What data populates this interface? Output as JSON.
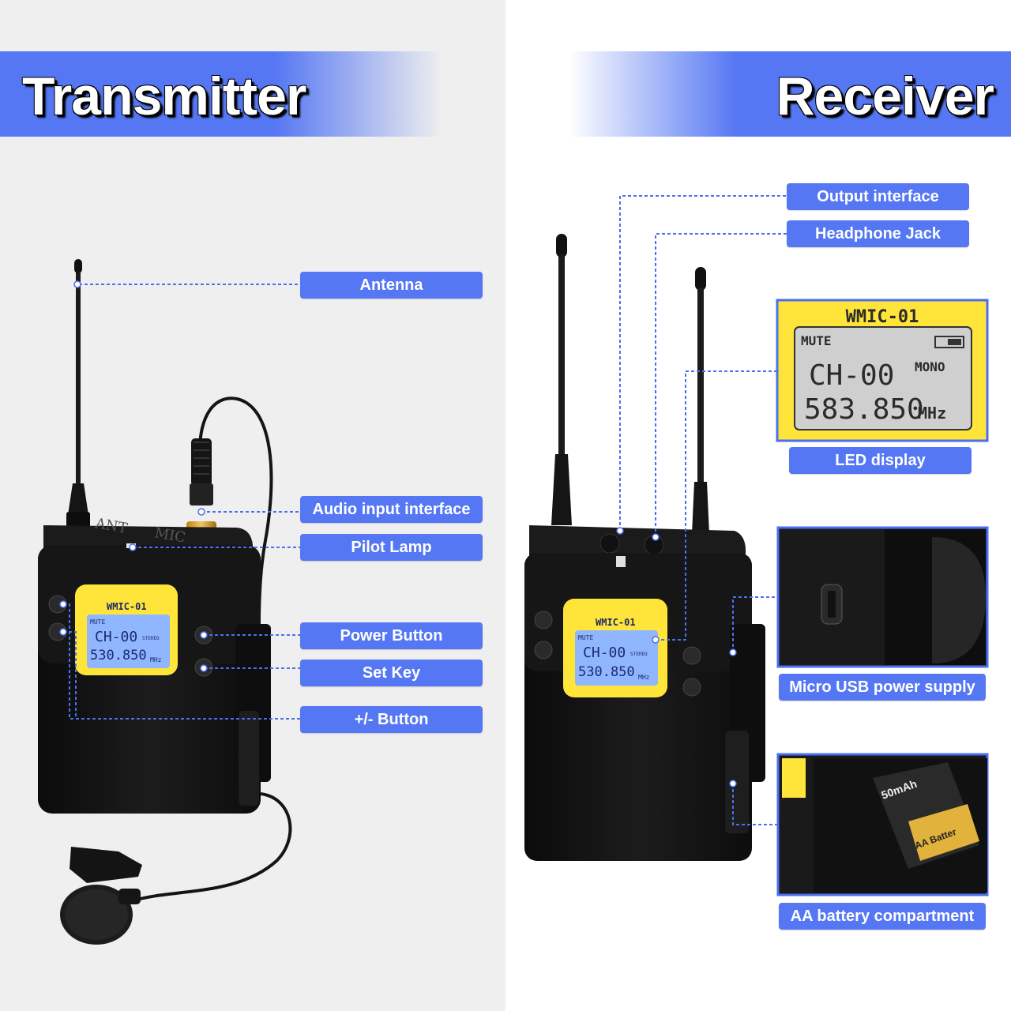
{
  "transmitter": {
    "title": "Transmitter",
    "labels": {
      "antenna": "Antenna",
      "audio_input": "Audio input interface",
      "pilot_lamp": "Pilot Lamp",
      "power_button": "Power Button",
      "set_key": "Set Key",
      "plus_minus": "+/- Button"
    },
    "device_text": {
      "ant": "ANT",
      "mic": "MIC"
    },
    "lcd": {
      "model": "WMIC-01",
      "mute": "MUTE",
      "channel": "CH-00",
      "mode": "STEREO",
      "frequency": "530.850",
      "unit": "MHz"
    }
  },
  "receiver": {
    "title": "Receiver",
    "labels": {
      "output": "Output interface",
      "headphone": "Headphone Jack",
      "led_display": "LED display",
      "micro_usb": "Micro USB power supply",
      "aa_battery": "AA battery compartment"
    },
    "lcd": {
      "model": "WMIC-01",
      "mute": "MUTE",
      "channel": "CH-00",
      "mode": "STEREO",
      "frequency": "530.850",
      "unit": "MHz"
    },
    "lcd_zoom": {
      "model": "WMIC-01",
      "mute": "MUTE",
      "channel": "CH-00",
      "mode": "MONO",
      "frequency": "583.850",
      "unit": "MHz"
    },
    "battery_text": {
      "capacity": "50mAh",
      "brand": "AA Batter"
    }
  },
  "colors": {
    "accent": "#5577f3",
    "lcd_yellow": "#ffe53a",
    "lcd_screen": "#8fb6ff",
    "lcd_screen_zoom": "#cfcfcf",
    "device_body": "#141414"
  }
}
